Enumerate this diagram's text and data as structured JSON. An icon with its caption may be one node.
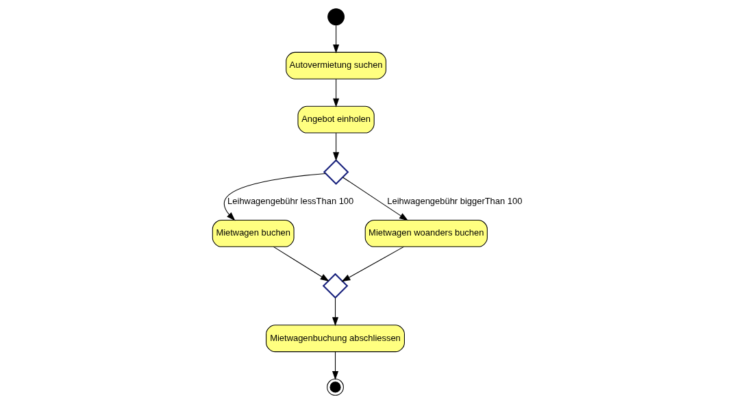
{
  "diagram": {
    "nodes": [
      {
        "text": [],
        "shape": "circle"
      },
      {
        "text": [
          "Autovermietung suchen"
        ]
      },
      {
        "text": [
          "Angebot einholen"
        ]
      },
      {
        "text": [],
        "shape": "diamond"
      },
      {
        "text": [
          "Mietwagen buchen"
        ]
      },
      {
        "text": [
          "Mietwagen woanders buchen"
        ]
      },
      {
        "text": [],
        "shape": "diamond"
      },
      {
        "text": [
          "Mietwagenbuchung abschliessen"
        ]
      },
      {
        "text": [],
        "shape": "bullseye"
      }
    ],
    "edges": [
      {
        "from": 0,
        "to": 1,
        "arrow": "to"
      },
      {
        "from": 1,
        "to": 2,
        "arrow": "to"
      },
      {
        "from": 2,
        "to": 3,
        "arrow": "to"
      },
      {
        "from": 3,
        "to": 4,
        "arrow": "to",
        "label": "Leihwagengebühr lessThan 100"
      },
      {
        "from": 3,
        "to": 5,
        "arrow": "to",
        "label": "Leihwagengebühr biggerThan 100"
      },
      {
        "from": 4,
        "to": 6,
        "arrow": "to"
      },
      {
        "from": 5,
        "to": 6,
        "arrow": "to"
      },
      {
        "from": 6,
        "to": 7,
        "arrow": "to"
      },
      {
        "from": 7,
        "to": 8,
        "arrow": "to"
      }
    ]
  }
}
